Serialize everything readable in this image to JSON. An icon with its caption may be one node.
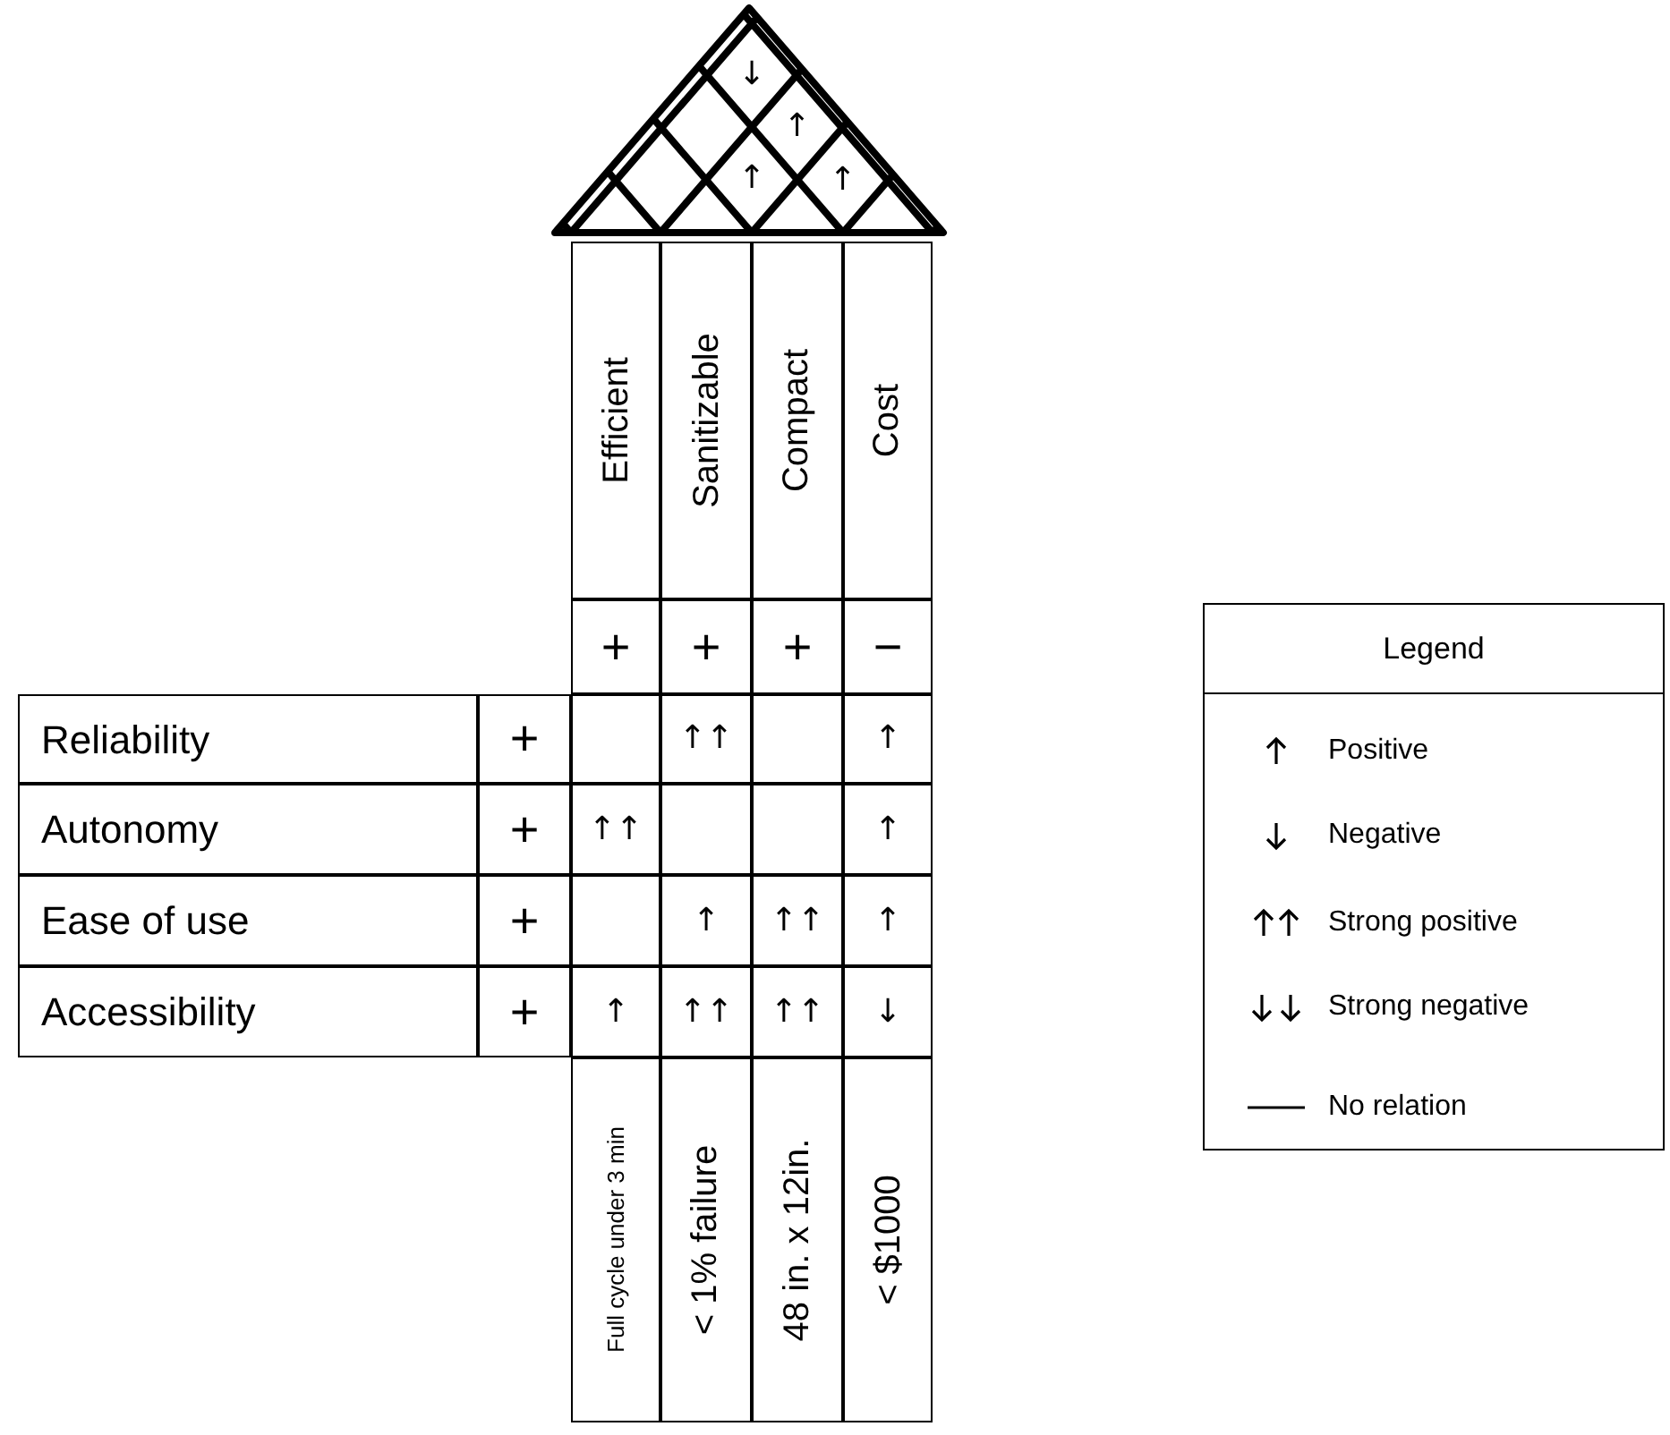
{
  "diagram": {
    "labels": [
      "↓",
      "↑",
      "↑",
      "↑",
      "Efficient",
      "Sanitizable",
      "Compact",
      "Cost",
      "+",
      "+",
      "+",
      "−",
      "Reliability",
      "+",
      "↑↑",
      "↑",
      "Autonomy",
      "+",
      "↑↑",
      "↑",
      "Ease of use",
      "+",
      "↑",
      "↑↑",
      "↑",
      "Accessibility",
      "+",
      "↑",
      "↑↑",
      "↑↑",
      "↓",
      "Full cycle under 3 min",
      "< 1% failure",
      "48 in. x 12in.",
      "< $1000",
      "Legend"
    ],
    "legend": [
      {
        "text": "Positive"
      },
      {
        "text": "Negative"
      },
      {
        "text": "Strong positive"
      },
      {
        "text": "Strong negative"
      },
      {
        "text": "No relation"
      }
    ]
  }
}
